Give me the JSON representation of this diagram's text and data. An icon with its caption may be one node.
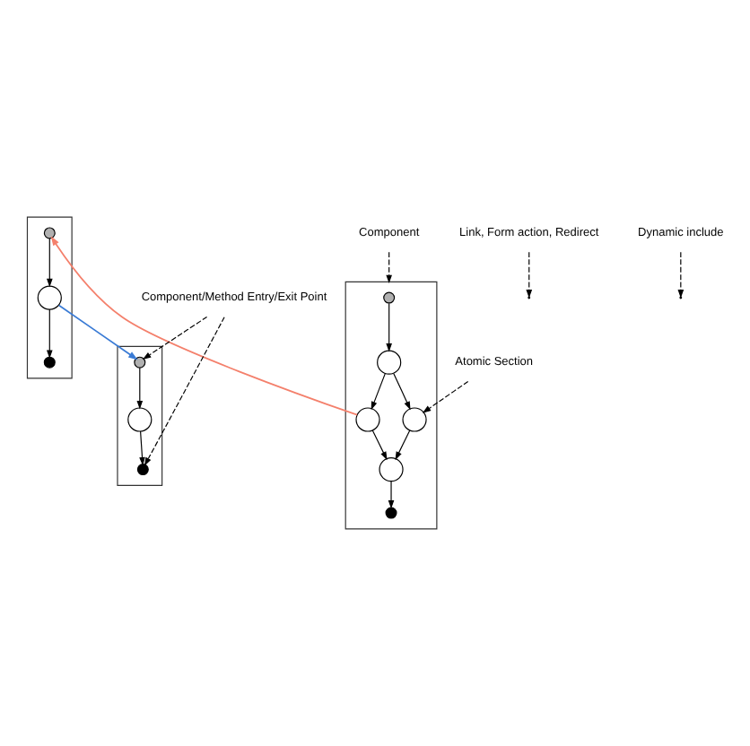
{
  "diagram": {
    "nodes": [
      {
        "text": [],
        "shape": "box"
      },
      {
        "text": [],
        "shape": "circle",
        "in": 0
      },
      {
        "text": [],
        "shape": "circle",
        "in": 0
      },
      {
        "text": [],
        "shape": "circle",
        "in": 0
      },
      {
        "text": [],
        "shape": "box"
      },
      {
        "text": [],
        "shape": "circle",
        "in": 4
      },
      {
        "text": [],
        "shape": "circle",
        "in": 4
      },
      {
        "text": [],
        "shape": "circle",
        "in": 4
      },
      {
        "text": [],
        "shape": "box"
      },
      {
        "text": [],
        "shape": "circle",
        "in": 8
      },
      {
        "text": [],
        "shape": "circle",
        "in": 8
      },
      {
        "text": [],
        "shape": "circle",
        "in": 8
      },
      {
        "text": [],
        "shape": "circle",
        "in": 8
      },
      {
        "text": [],
        "shape": "circle",
        "in": 8
      },
      {
        "text": [],
        "shape": "circle",
        "in": 8
      },
      {
        "text": [
          "Link, Form action, Redirect"
        ]
      },
      {
        "text": [
          "Component"
        ]
      },
      {
        "text": [
          "Atomic Section"
        ]
      },
      {
        "text": [
          "Dynamic include"
        ]
      },
      {
        "text": [
          "Component/Method Entry/Exit Point"
        ]
      }
    ],
    "edges": [
      {
        "from": 1,
        "to": 2,
        "arrow": "to"
      },
      {
        "from": 2,
        "to": 3,
        "arrow": "to"
      },
      {
        "from": 5,
        "to": 6,
        "arrow": "to"
      },
      {
        "from": 6,
        "to": 7,
        "arrow": "to"
      },
      {
        "from": 9,
        "to": 10,
        "arrow": "to"
      },
      {
        "from": 10,
        "to": 11,
        "arrow": "to"
      },
      {
        "from": 10,
        "to": 12,
        "arrow": "to"
      },
      {
        "from": 11,
        "to": 13,
        "arrow": "to"
      },
      {
        "from": 12,
        "to": 13,
        "arrow": "to"
      },
      {
        "from": 13,
        "to": 14,
        "arrow": "to"
      },
      {
        "from": 12,
        "to": 1,
        "arrow": "to",
        "color": "#f4806c"
      },
      {
        "from": 2,
        "to": 5,
        "arrow": "to",
        "color": "#3a7bd5"
      },
      {
        "from": 15,
        "to": null,
        "arrow": "to",
        "style": "dashed"
      },
      {
        "from": 16,
        "to": 8,
        "arrow": "to",
        "style": "dashed"
      },
      {
        "from": 17,
        "to": 11,
        "arrow": "to",
        "style": "dashed"
      },
      {
        "from": 18,
        "to": null,
        "arrow": "to",
        "style": "dashed"
      },
      {
        "from": 19,
        "to": 7,
        "arrow": "to",
        "style": "dashed"
      },
      {
        "from": 19,
        "to": 5,
        "arrow": "to",
        "style": "dashed"
      }
    ]
  }
}
